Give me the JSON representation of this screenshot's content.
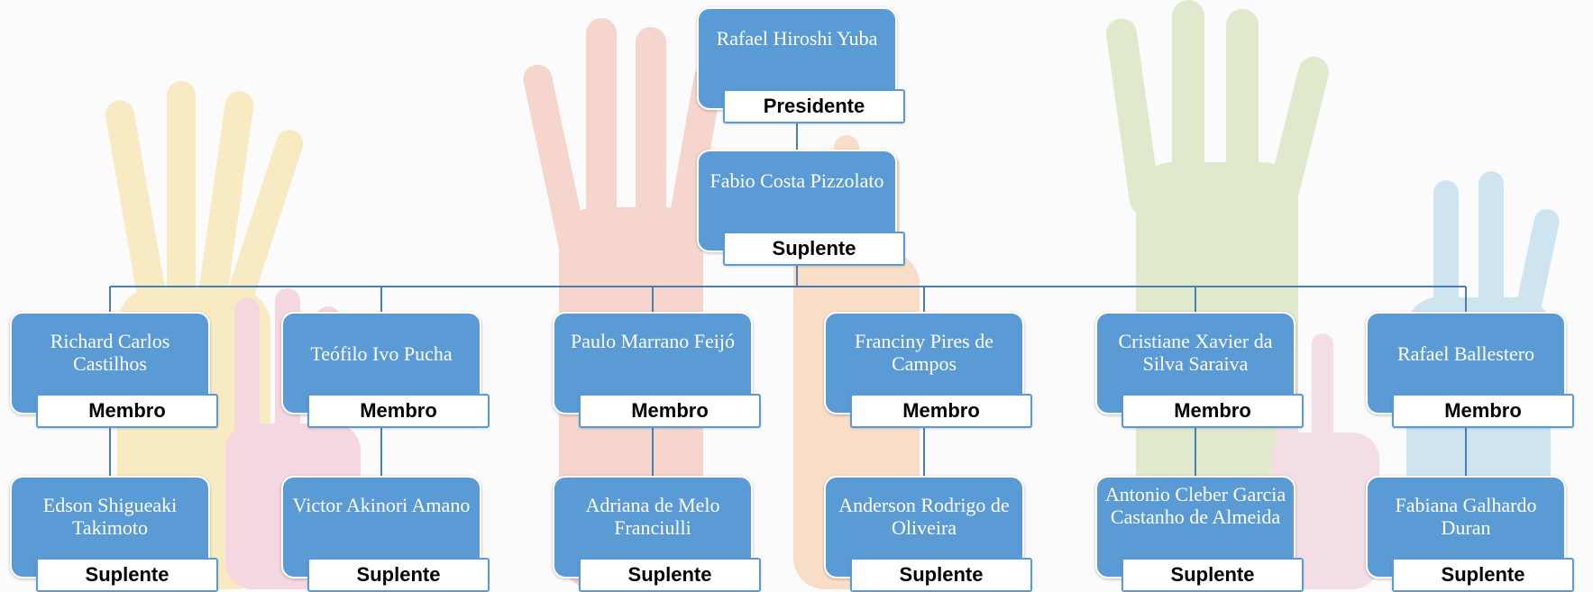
{
  "colors": {
    "node": "#5b9bd5",
    "connector": "#4a7fb5",
    "role_text": "#000000"
  },
  "chart": {
    "president": {
      "name": "Rafael Hiroshi Yuba",
      "role": "Presidente"
    },
    "vice": {
      "name": "Fabio Costa Pizzolato",
      "role": "Suplente"
    },
    "members": [
      {
        "name": "Richard Carlos Castilhos",
        "role": "Membro",
        "alternate": {
          "name": "Edson Shigueaki Takimoto",
          "role": "Suplente"
        }
      },
      {
        "name": "Teófilo Ivo Pucha",
        "role": "Membro",
        "alternate": {
          "name": "Victor Akinori Amano",
          "role": "Suplente"
        }
      },
      {
        "name": "Paulo Marrano Feijó",
        "role": "Membro",
        "alternate": {
          "name": "Adriana de Melo Franciulli",
          "role": "Suplente"
        }
      },
      {
        "name": "Franciny Pires de Campos",
        "role": "Membro",
        "alternate": {
          "name": "Anderson Rodrigo de Oliveira",
          "role": "Suplente"
        }
      },
      {
        "name": "Cristiane Xavier da Silva Saraiva",
        "role": "Membro",
        "alternate": {
          "name": "Antonio Cleber Garcia Castanho de Almeida",
          "role": "Suplente"
        }
      },
      {
        "name": "Rafael Ballestero",
        "role": "Membro",
        "alternate": {
          "name": "Fabiana Galhardo Duran",
          "role": "Suplente"
        }
      }
    ]
  }
}
